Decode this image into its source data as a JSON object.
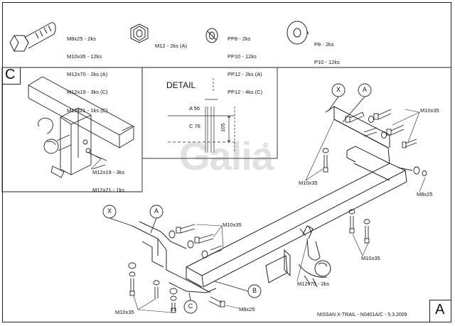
{
  "parts": {
    "bolt_m8": [
      "M8x25 - 2ks",
      "M10x35 - 12ks",
      "M12x70 - 2ks (A)",
      "M12x19 - 3ks (C)",
      "M12x21 - 1ks (C)"
    ],
    "nut": [
      "M12 - 2ks (A)"
    ],
    "spring_washer": [
      "PP8 - 2ks",
      "PP10 - 12ks",
      "PP12 - 2ks (A)",
      "PP12 - 4ks (C)"
    ],
    "flat_washer": [
      "P8 - 2ks",
      "P10 - 12ks"
    ]
  },
  "section_c": {
    "label": "C",
    "callouts": [
      "M12x19 - 3ks",
      "M12x21 - 1ks"
    ]
  },
  "detail": {
    "title": "DETAIL",
    "dims": [
      "A 56",
      "C 76"
    ],
    "height_dim": "105"
  },
  "watermark": {
    "text": "Galia",
    "mark": "®"
  },
  "markers": {
    "x_top": "X",
    "a_top": "A",
    "x_left": "X",
    "a_left": "A",
    "b": "B",
    "c": "C"
  },
  "callouts": {
    "m10x35_top": "M10x35",
    "m10x35_mid_left": "M10x35",
    "m8x25_right": "M8x25",
    "m10x35_center": "M10x35",
    "m10x35_right_low": "M10x35",
    "m12x70": "M12x70 - 2ks",
    "m10x35_bottom": "M10x35",
    "m8x25_bottom": "M8x25"
  },
  "footer": {
    "drawing_ref": "NISSAN X-TRAIL - N0401A/C - 5.3.2009",
    "sheet": "A"
  }
}
